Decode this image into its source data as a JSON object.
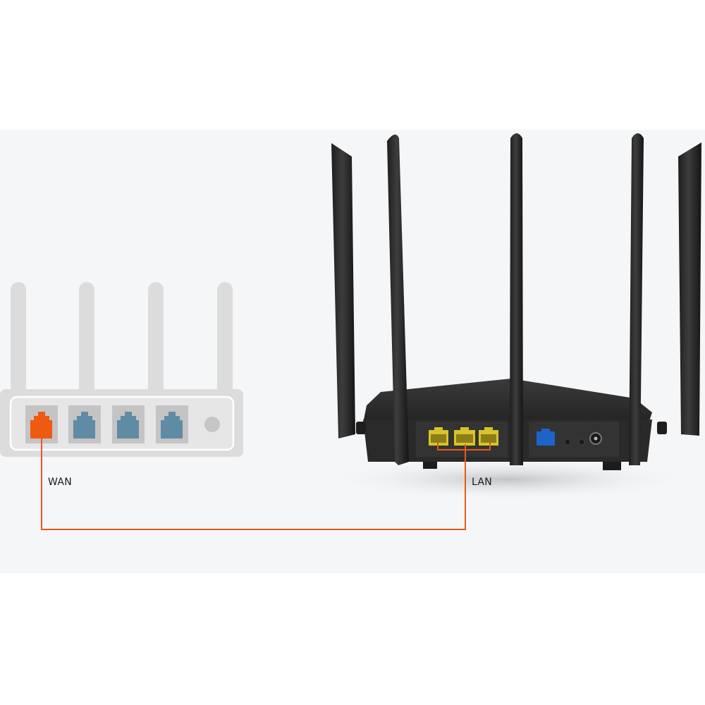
{
  "diagram": {
    "description": "Connection diagram: WAN port of an existing router connected by cable to a LAN port of a 5-antenna wireless router",
    "labels": {
      "wan": "WAN",
      "lan": "LAN"
    },
    "colors": {
      "background_band": "#f5f6f8",
      "cable": "#e8581c",
      "wan_port": "#ee5a10",
      "lan_port_ghost": "#5f8ba5",
      "ghost_router": "#dcdcdc",
      "router_body": "#2b2b2b",
      "lan_port_yellow": "#d8c42a",
      "wan_port_blue": "#1e63c8"
    },
    "ghost_router": {
      "antennas": 4,
      "ports": [
        "WAN",
        "LAN",
        "LAN",
        "LAN"
      ],
      "has_power_button": true
    },
    "main_router": {
      "antennas": 5,
      "lan_ports": 3,
      "wan_ports": 1,
      "buttons": 2,
      "has_power_jack": true
    }
  }
}
